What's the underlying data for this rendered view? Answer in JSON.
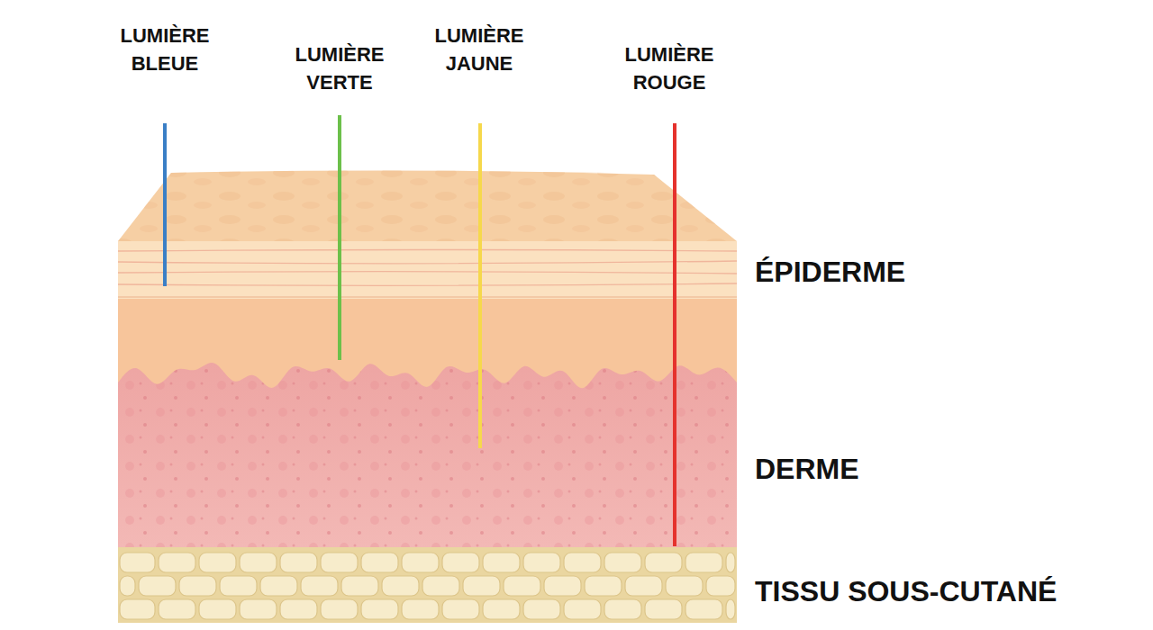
{
  "diagram": {
    "labels": [
      "LUMIÈRE BLEUE",
      "LUMIÈRE VERTE",
      "LUMIÈRE JAUNE",
      "LUMIÈRE ROUGE",
      "ÉPIDERME",
      "DERME",
      "TISSU SOUS-CUTANÉ"
    ]
  }
}
